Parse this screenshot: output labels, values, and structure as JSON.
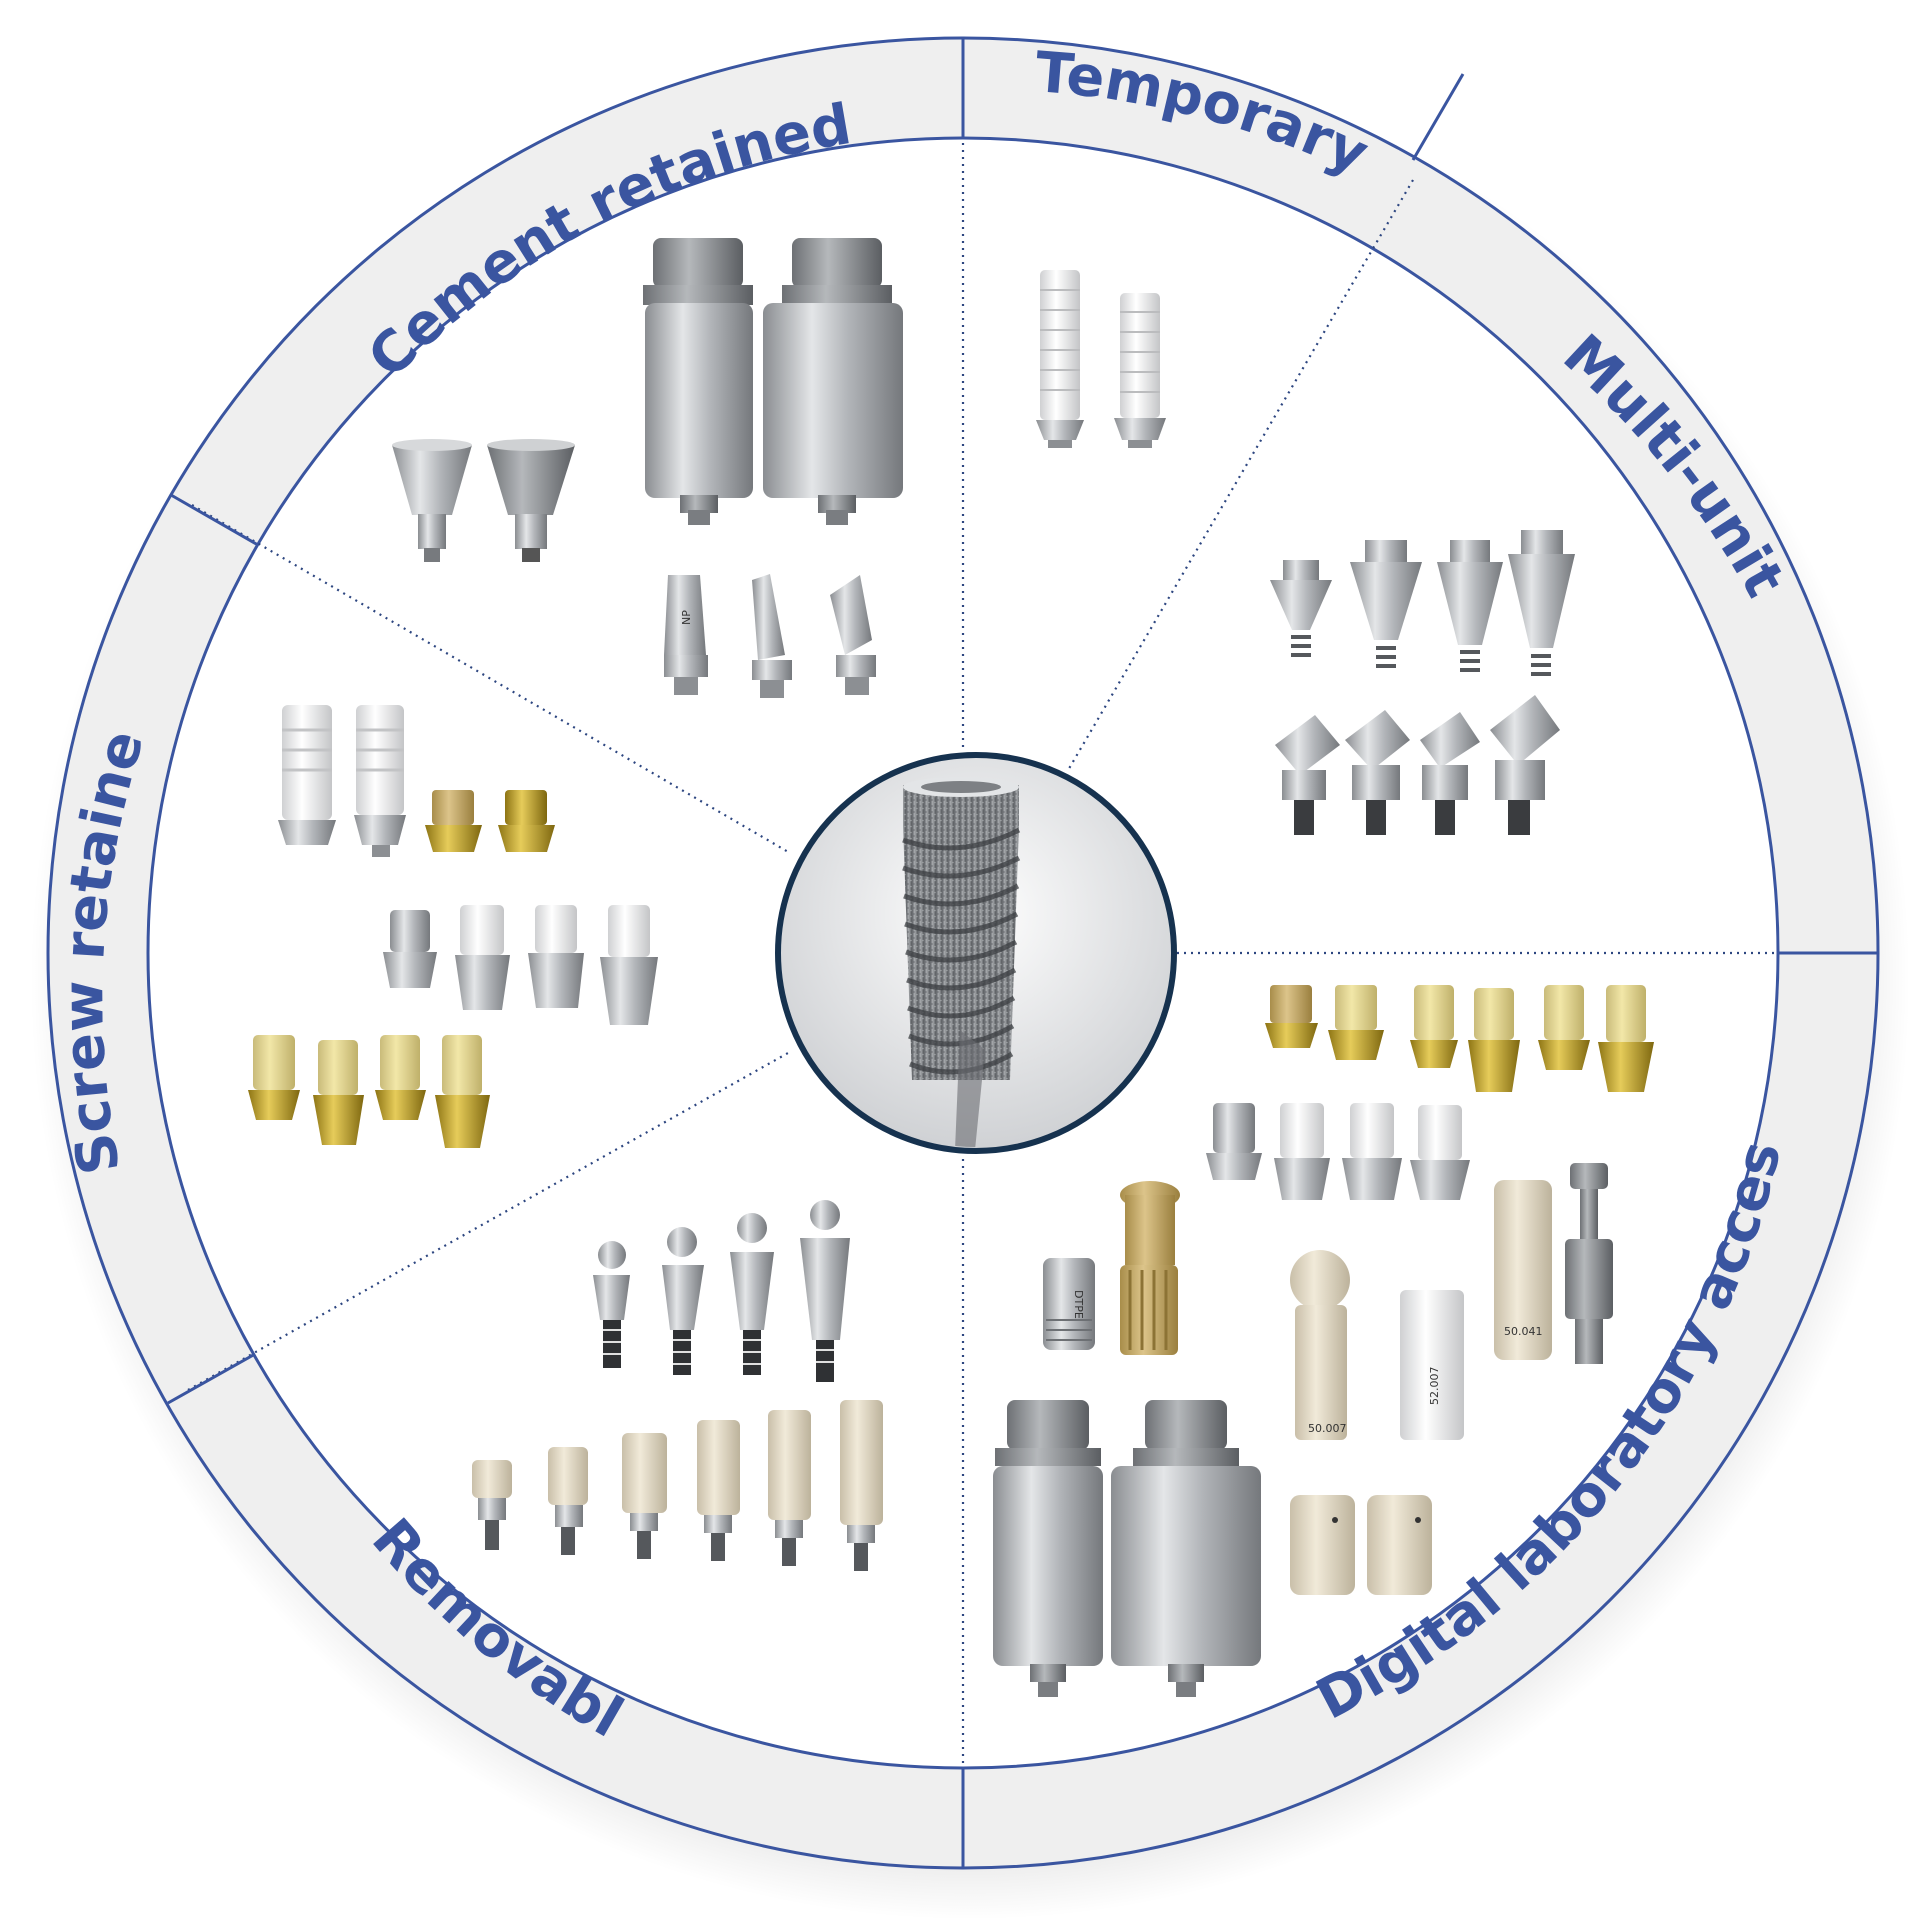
{
  "segments": [
    {
      "key": "cement",
      "label": "Cement retained"
    },
    {
      "key": "temporary",
      "label": "Temporary"
    },
    {
      "key": "multi",
      "label": "Multi-unit"
    },
    {
      "key": "digital",
      "label": "Digital laboratory accessories"
    },
    {
      "key": "removable",
      "label": "Removable"
    },
    {
      "key": "screw",
      "label": "Screw retained"
    }
  ],
  "part_markings": {
    "np": "NP",
    "dtpei": "DTPEI",
    "code_50007": "50.007",
    "code_52007": "52.007",
    "code_50041": "50.041"
  },
  "colors": {
    "ring_stroke": "#3a55a0",
    "ring_band": "#efefef",
    "label": "#3a55a0",
    "divider": "#2d4680",
    "center_border": "#16324f",
    "titanium": "#b9bcc0",
    "peek_white": "#eeeeee",
    "gold": "#c9a93a",
    "beige": "#e6dcc8"
  }
}
